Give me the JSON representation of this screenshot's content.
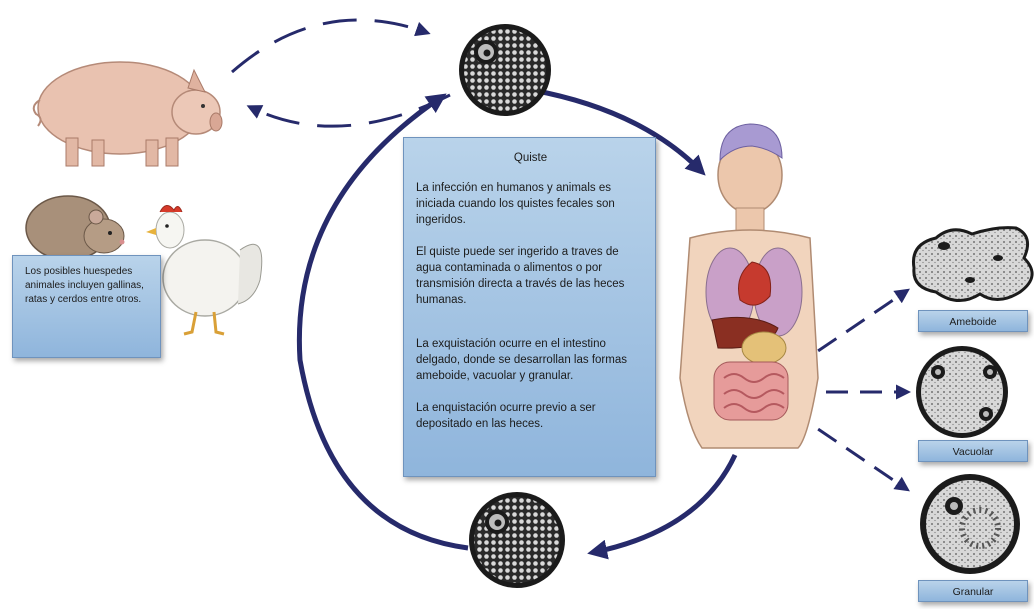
{
  "center_box": {
    "title": "Quiste",
    "paragraphs": [
      "La infección  en humanos y animals es iniciada cuando los quistes fecales son ingeridos.",
      "El quiste puede ser ingerido a traves de agua contaminada o alimentos o por transmisión directa a través de las heces humanas.",
      "La exquistación ocurre en el intestino delgado, donde se desarrollan las formas ameboide, vacuolar y granular.",
      "La enquistación ocurre previo a ser depositado en las heces."
    ]
  },
  "host_box": {
    "text": "Los posibles huespedes animales incluyen gallinas, ratas y cerdos entre otros."
  },
  "forms": {
    "ameboide": "Ameboide",
    "vacuolar": "Vacuolar",
    "granular": "Granular"
  },
  "colors": {
    "arrow": "#262a6b",
    "box_top": "#b9d3ea",
    "box_bottom": "#8fb5dc"
  },
  "icons": [
    "pig-illustration",
    "rat-illustration",
    "chicken-illustration",
    "human-body-illustration",
    "cyst-cell",
    "ameboide-cell",
    "vacuolar-cell",
    "granular-cell"
  ]
}
